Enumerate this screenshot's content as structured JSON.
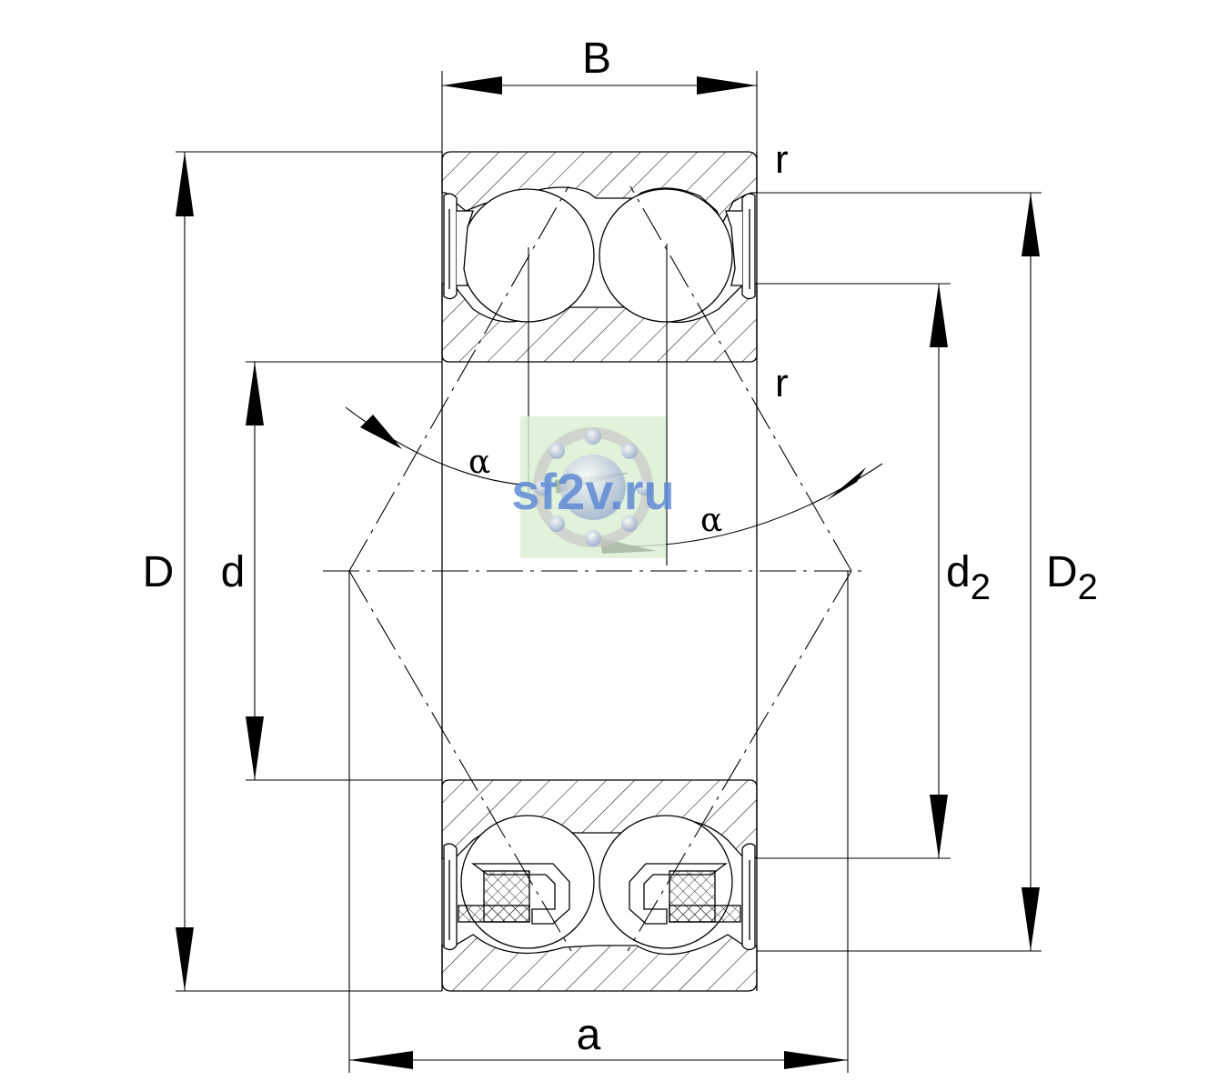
{
  "labels": {
    "B": "B",
    "D": "D",
    "d": "d",
    "d2_main": "d",
    "d2_sub": "2",
    "D2_main": "D",
    "D2_sub": "2",
    "a": "a",
    "r_top": "r",
    "r_mid": "r",
    "alpha_left": "α",
    "alpha_right": "α"
  },
  "watermark": {
    "text": "sf2v.ru",
    "text_color": "#5b87d4",
    "badge_color": "#d9efd2"
  },
  "colors": {
    "line": "#000000",
    "hatch": "#000000",
    "background": "#ffffff"
  }
}
